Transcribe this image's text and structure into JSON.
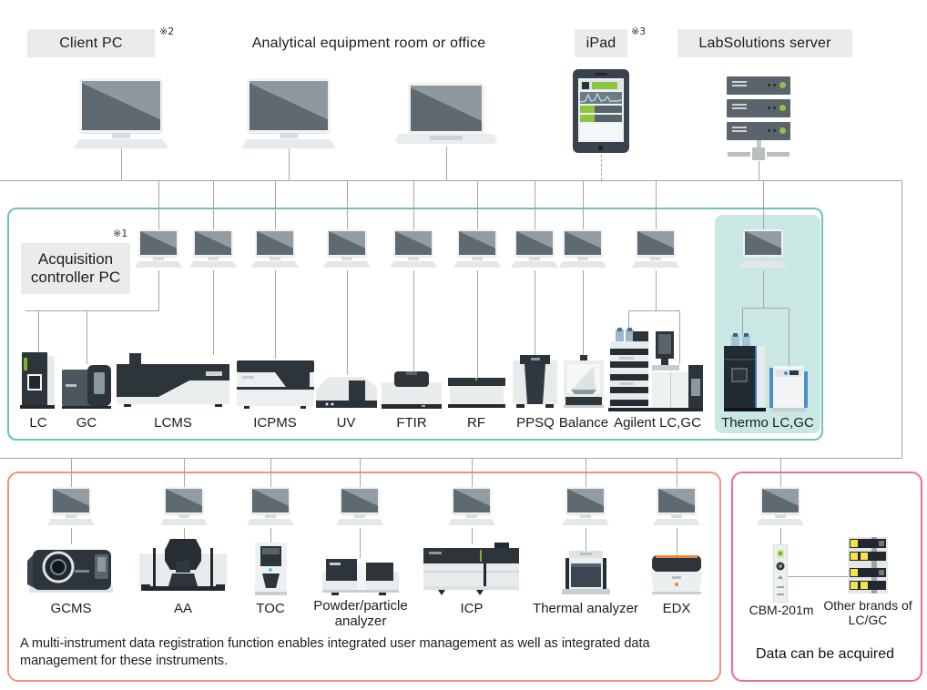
{
  "header": {
    "client_pc": "Client PC",
    "client_pc_note": "※2",
    "room": "Analytical equipment room or office",
    "ipad": "iPad",
    "ipad_note": "※3",
    "server": "LabSolutions server"
  },
  "acquisition": {
    "label": "Acquisition controller PC",
    "note": "※1",
    "instruments": [
      {
        "label": "LC"
      },
      {
        "label": "GC"
      },
      {
        "label": "LCMS"
      },
      {
        "label": "ICPMS"
      },
      {
        "label": "UV"
      },
      {
        "label": "FTIR"
      },
      {
        "label": "RF"
      },
      {
        "label": "PPSQ"
      },
      {
        "label": "Balance"
      },
      {
        "label": "Agilent LC,GC"
      },
      {
        "label": "Thermo LC,GC"
      }
    ]
  },
  "multi": {
    "instruments": [
      {
        "label": "GCMS"
      },
      {
        "label": "AA"
      },
      {
        "label": "TOC"
      },
      {
        "label": "Powder/particle analyzer"
      },
      {
        "label": "ICP"
      },
      {
        "label": "Thermal analyzer"
      },
      {
        "label": "EDX"
      }
    ],
    "note": "A multi-instrument data registration function enables integrated user management as well as integrated data management for these instruments."
  },
  "acquired": {
    "cbm": "CBM-201m",
    "other": "Other brands of LC/GC",
    "note": "Data can be acquired"
  },
  "icons": {
    "client_pc": "desktop-computer-icon",
    "office_laptop": "laptop-icon",
    "ipad": "tablet-icon",
    "server": "server-rack-icon",
    "network_hub": "network-hub-icon",
    "acquisition_pc": "desktop-computer-icon"
  },
  "colors": {
    "teal_border": "#6cc3bb",
    "teal_fill": "#cbe7e4",
    "orange_border": "#f29279",
    "pink_border": "#ef6a9c",
    "label_bg": "#e9ebec",
    "line_gray": "#a3a8ab",
    "green_accent": "#8dc63f",
    "instrument_dark": "#2d343a",
    "instrument_light": "#e9edee"
  }
}
